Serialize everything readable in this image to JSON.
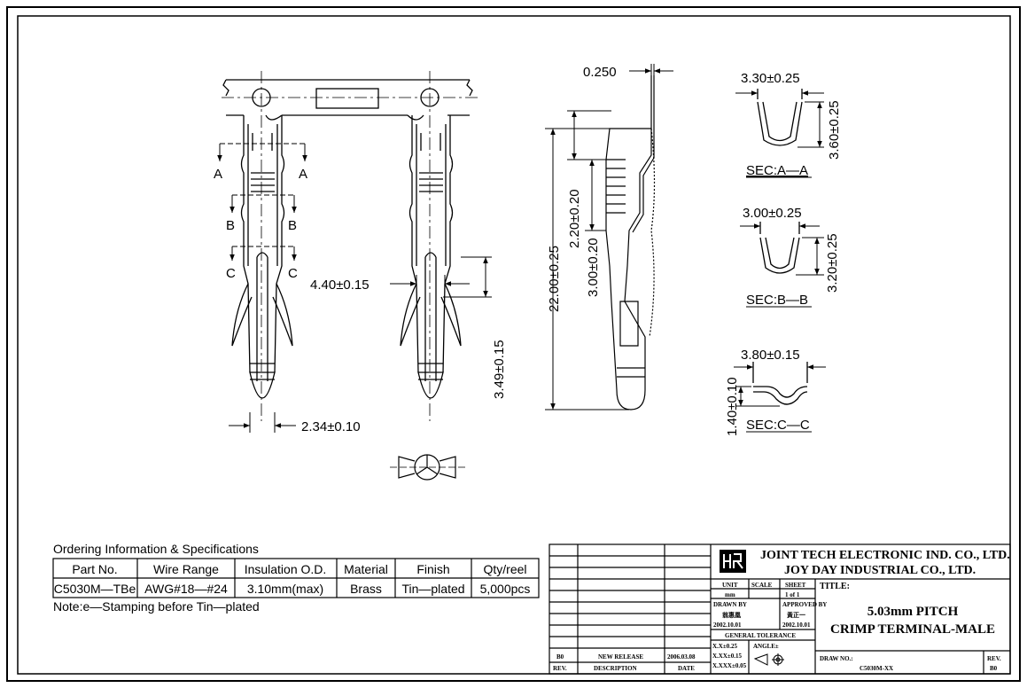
{
  "dims": {
    "thickness": "0.250",
    "total_length": "22.00±0.25",
    "len_a": "2.20±0.20",
    "len_b": "3.00±0.20",
    "inner_width": "4.40±0.15",
    "tip_length": "3.49±0.15",
    "tip_width": "2.34±0.10"
  },
  "sections": {
    "a": {
      "label": "SEC:A—A",
      "width": "3.30±0.25",
      "height": "3.60±0.25"
    },
    "b": {
      "label": "SEC:B—B",
      "width": "3.00±0.25",
      "height": "3.20±0.25"
    },
    "c": {
      "label": "SEC:C—C",
      "width": "3.80±0.15",
      "height": "1.40±0.10"
    }
  },
  "cut_letters": {
    "a": "A",
    "b": "B",
    "c": "C"
  },
  "ordering": {
    "title": "Ordering Information & Specifications",
    "headers": [
      "Part No.",
      "Wire Range",
      "Insulation O.D.",
      "Material",
      "Finish",
      "Qty/reel"
    ],
    "row": [
      "C5030M—TBe",
      "AWG#18—#24",
      "3.10mm(max)",
      "Brass",
      "Tin—plated",
      "5,000pcs"
    ],
    "note": "Note:e—Stamping before Tin—plated"
  },
  "title_block": {
    "company1": "JOINT TECH ELECTRONIC IND. CO., LTD.",
    "company2": "JOY DAY INDUSTRIAL CO., LTD.",
    "unit_label": "UNIT",
    "unit_value": "mm",
    "scale_label": "SCALE",
    "sheet_label": "SHEET",
    "sheet_value": "1 of 1",
    "title_label": "TITLE:",
    "title_line1": "5.03mm PITCH",
    "title_line2": "CRIMP TERMINAL-MALE",
    "drawn_label": "DRAWN BY",
    "drawn_name": "翁惠凰",
    "drawn_date": "2002.10.01",
    "approved_label": "APPROVED BY",
    "approved_name": "黃正一",
    "approved_date": "2002.10.01",
    "tolerance_label": "GENERAL TOLERANCE",
    "tol1": "X.X±0.25",
    "tol2": "X.XX±0.15",
    "tol3": "X.XXX±0.05",
    "angle_label": "ANGLE±",
    "draw_no_label": "DRAW NO.:",
    "draw_no": "C5030M-XX",
    "rev_label": "REV.",
    "rev_value": "B0",
    "rev_row": {
      "rev": "B0",
      "desc": "NEW RELEASE",
      "date": "2006.03.08"
    },
    "hdr_rev": "REV.",
    "hdr_desc": "DESCRIPTION",
    "hdr_date": "DATE"
  }
}
